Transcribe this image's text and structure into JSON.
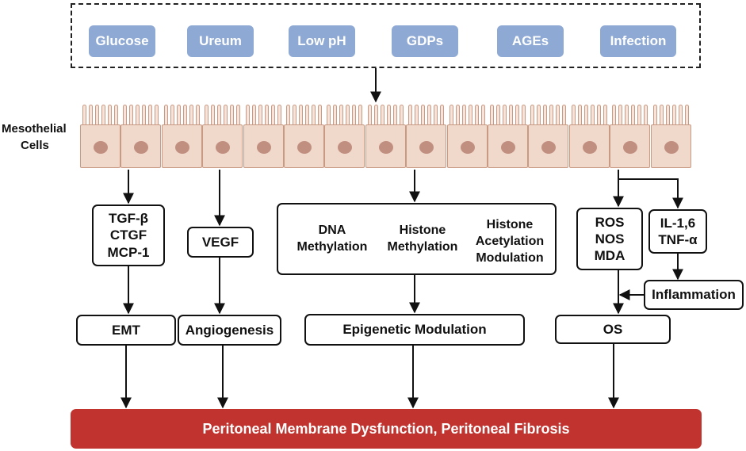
{
  "risk_factors": [
    "Glucose",
    "Ureum",
    "Low pH",
    "GDPs",
    "AGEs",
    "Infection"
  ],
  "cells_label": [
    "Mesothelial",
    "Cells"
  ],
  "mediators": {
    "tgf": [
      "TGF-β",
      "CTGF",
      "MCP-1"
    ],
    "vegf": "VEGF",
    "epigenetic": {
      "dna": [
        "DNA",
        "Methylation"
      ],
      "histone_methylation": [
        "Histone",
        "Methylation"
      ],
      "histone_acetylation": [
        "Histone",
        "Acetylation",
        "Modulation"
      ]
    },
    "ros": [
      "ROS",
      "NOS",
      "MDA"
    ],
    "cytokines": [
      "IL-1,6",
      "TNF-α"
    ]
  },
  "inflammation": "Inflammation",
  "outcomes": {
    "emt": "EMT",
    "angiogenesis": "Angiogenesis",
    "epigenetic_modulation": "Epigenetic Modulation",
    "os": "OS"
  },
  "final_outcome": "Peritoneal Membrane Dysfunction, Peritoneal Fibrosis",
  "colors": {
    "factor_fill": "#8ea9d4",
    "cell_fill": "#f0d8ca",
    "nucleus": "#c08f80",
    "outcome_bar": "#c0332e"
  }
}
